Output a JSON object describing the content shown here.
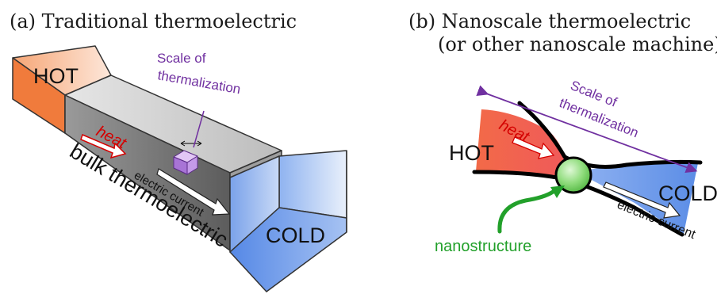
{
  "panel_a": {
    "title": "(a) Traditional thermoelectric",
    "hot_label": "HOT",
    "cold_label": "COLD",
    "scale_label_line1": "Scale of",
    "scale_label_line2": "thermalization",
    "heat_label": "heat",
    "current_label": "electric current",
    "bulk_label": "bulk thermoelectric"
  },
  "panel_b": {
    "title_line1": "(b) Nanoscale thermoelectric",
    "title_line2": "(or other nanoscale machine)",
    "hot_label": "HOT",
    "cold_label": "COLD",
    "scale_label_line1": "Scale of",
    "scale_label_line2": "thermalization",
    "heat_label": "heat",
    "current_label": "electric current",
    "nano_label": "nanostructure"
  },
  "colors": {
    "hot": "#f08a50",
    "cold": "#5a8ee8",
    "purple": "#7030a0",
    "heat_red": "#d40000",
    "nano_green": "#22a02a"
  }
}
